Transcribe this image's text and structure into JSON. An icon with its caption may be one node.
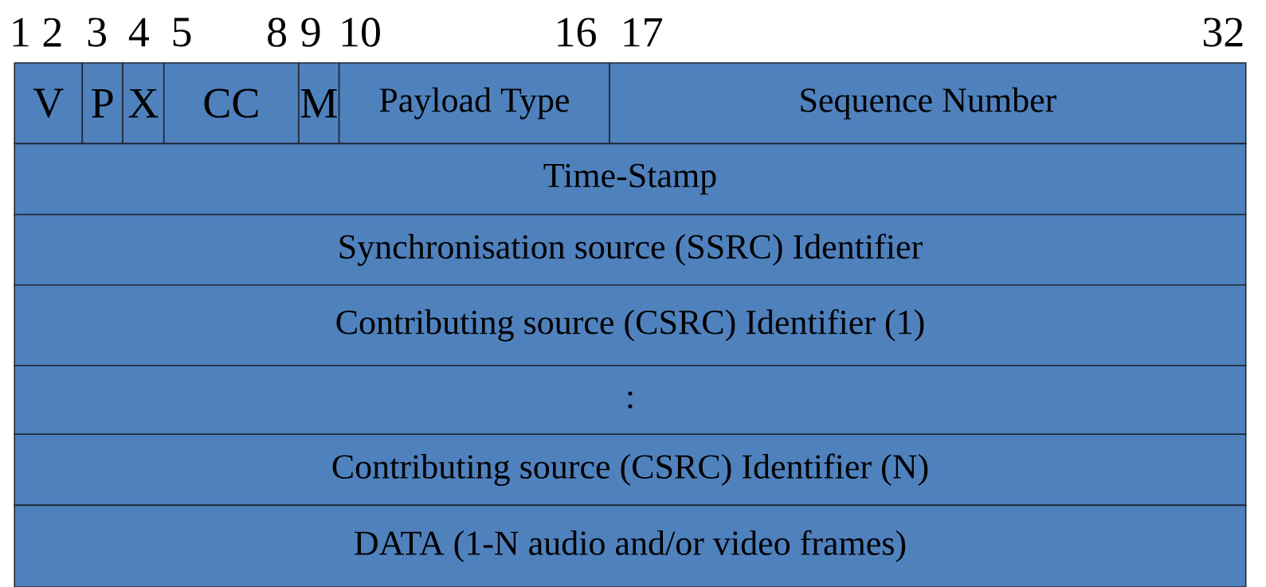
{
  "diagram": {
    "nodes": [
      {
        "text": [
          "V"
        ]
      },
      {
        "text": [
          "P"
        ]
      },
      {
        "text": [
          "X"
        ]
      },
      {
        "text": [
          "CC"
        ]
      },
      {
        "text": [
          "M"
        ]
      },
      {
        "text": [
          "Payload Type"
        ]
      },
      {
        "text": [
          "Sequence Number"
        ]
      },
      {
        "text": [
          "Time-Stamp"
        ]
      },
      {
        "text": [
          "Synchronisation source (SSRC) Identifier"
        ]
      },
      {
        "text": [
          "Contributing source (CSRC) Identifier (1)"
        ]
      },
      {
        "text": [
          ":"
        ]
      },
      {
        "text": [
          "Contributing source (CSRC) Identifier (N)"
        ]
      },
      {
        "text": [
          "DATA (1-N audio and/or video frames)"
        ]
      }
    ],
    "labels": [
      "1",
      "2",
      "3",
      "4",
      "5",
      "8",
      "9",
      "10",
      "16",
      "17",
      "32"
    ]
  }
}
